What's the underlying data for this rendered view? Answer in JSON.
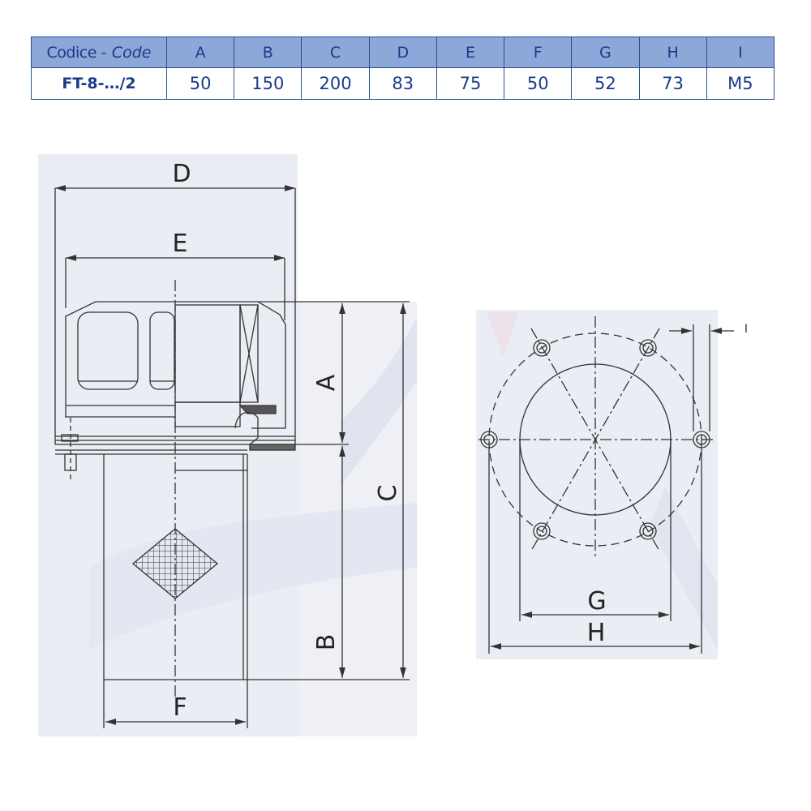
{
  "table": {
    "header": {
      "code_label_it": "Codice",
      "code_label_sep": " - ",
      "code_label_en": "Code",
      "columns": [
        "A",
        "B",
        "C",
        "D",
        "E",
        "F",
        "G",
        "H",
        "I"
      ]
    },
    "row": {
      "code": "FT-8-…/2",
      "values": [
        "50",
        "150",
        "200",
        "83",
        "75",
        "50",
        "52",
        "73",
        "M5"
      ]
    }
  },
  "drawing": {
    "side_view_labels": {
      "D": "D",
      "E": "E",
      "A": "A",
      "C": "C",
      "B": "B",
      "F": "F"
    },
    "top_view_labels": {
      "G": "G",
      "H": "H",
      "I": "I"
    }
  },
  "colors": {
    "table_header_bg": "#8da7d9",
    "table_text": "#1b3c8a",
    "table_border": "#2a4f96",
    "panel_bg": "#eaedf3",
    "line": "#333333"
  }
}
